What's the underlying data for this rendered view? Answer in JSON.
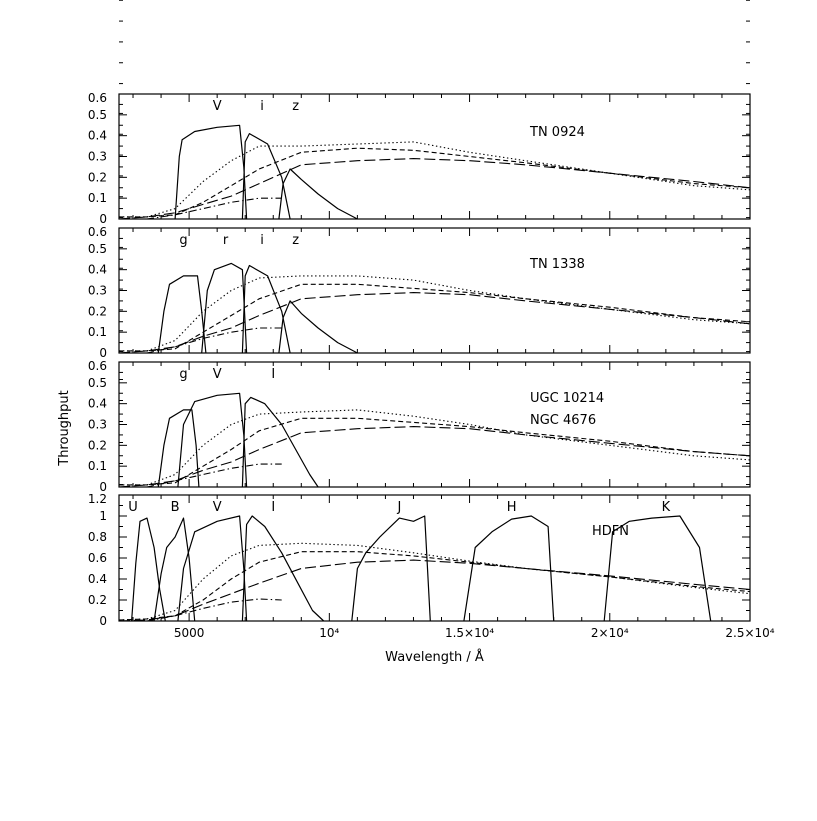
{
  "chart_data": [
    {
      "type": "line",
      "panel_label": "TN 0924",
      "filter_labels": [
        {
          "text": "V",
          "x": 6000
        },
        {
          "text": "i",
          "x": 7600
        },
        {
          "text": "z",
          "x": 8800
        }
      ],
      "ylabel": "Throughput",
      "xlim": [
        2500,
        25000
      ],
      "ylim": [
        0,
        0.6
      ],
      "yticks": [
        "0",
        "0.1",
        "0.2",
        "0.3",
        "0.4",
        "0.5",
        "0.6"
      ],
      "filters": [
        {
          "x": [
            4500,
            4650,
            4750,
            5200,
            6000,
            6800,
            6950,
            7050
          ],
          "y": [
            0,
            0.3,
            0.38,
            0.42,
            0.44,
            0.45,
            0.25,
            0
          ]
        },
        {
          "x": [
            6900,
            7000,
            7150,
            7800,
            8300,
            8600
          ],
          "y": [
            0,
            0.37,
            0.41,
            0.36,
            0.2,
            0
          ]
        },
        {
          "x": [
            8200,
            8350,
            8600,
            9000,
            9600,
            10300,
            11000
          ],
          "y": [
            0,
            0.17,
            0.24,
            0.19,
            0.12,
            0.05,
            0
          ]
        }
      ],
      "series": [
        {
          "style": "dotted",
          "x": [
            2500,
            3500,
            4500,
            5500,
            6500,
            7500,
            9000,
            11000,
            13000,
            15000,
            17000,
            20000,
            23000,
            25000
          ],
          "y": [
            0.01,
            0.01,
            0.05,
            0.18,
            0.28,
            0.35,
            0.35,
            0.36,
            0.37,
            0.32,
            0.28,
            0.22,
            0.16,
            0.14
          ]
        },
        {
          "style": "short-dash",
          "x": [
            2500,
            3500,
            4500,
            5500,
            6500,
            7500,
            9000,
            11000,
            13000,
            15000,
            17000,
            20000,
            23000,
            25000
          ],
          "y": [
            0.01,
            0.01,
            0.02,
            0.08,
            0.16,
            0.24,
            0.32,
            0.34,
            0.33,
            0.3,
            0.27,
            0.22,
            0.17,
            0.15
          ]
        },
        {
          "style": "long-dash",
          "x": [
            2500,
            3500,
            4500,
            5500,
            6500,
            7500,
            9000,
            11000,
            13000,
            15000,
            17000,
            20000,
            23000,
            25000
          ],
          "y": [
            0,
            0.01,
            0.03,
            0.07,
            0.11,
            0.17,
            0.26,
            0.28,
            0.29,
            0.28,
            0.26,
            0.22,
            0.18,
            0.15
          ]
        },
        {
          "style": "dash-dot",
          "x": [
            3500,
            4500,
            5500,
            6500,
            7500,
            8300
          ],
          "y": [
            0,
            0.02,
            0.05,
            0.08,
            0.1,
            0.1
          ]
        }
      ]
    },
    {
      "type": "line",
      "panel_label": "TN 1338",
      "filter_labels": [
        {
          "text": "g",
          "x": 4800
        },
        {
          "text": "r",
          "x": 6300
        },
        {
          "text": "i",
          "x": 7600
        },
        {
          "text": "z",
          "x": 8800
        }
      ],
      "xlim": [
        2500,
        25000
      ],
      "ylim": [
        0,
        0.6
      ],
      "yticks": [
        "0",
        "0.1",
        "0.2",
        "0.3",
        "0.4",
        "0.5",
        "0.6"
      ],
      "filters": [
        {
          "x": [
            3900,
            4100,
            4300,
            4800,
            5300,
            5450,
            5600
          ],
          "y": [
            0,
            0.2,
            0.33,
            0.37,
            0.37,
            0.2,
            0
          ]
        },
        {
          "x": [
            5450,
            5650,
            5900,
            6500,
            6900,
            7050
          ],
          "y": [
            0,
            0.3,
            0.4,
            0.43,
            0.4,
            0
          ]
        },
        {
          "x": [
            6900,
            7000,
            7150,
            7800,
            8300,
            8600
          ],
          "y": [
            0,
            0.37,
            0.42,
            0.37,
            0.2,
            0
          ]
        },
        {
          "x": [
            8200,
            8350,
            8600,
            9000,
            9600,
            10300,
            11000
          ],
          "y": [
            0,
            0.17,
            0.25,
            0.19,
            0.12,
            0.05,
            0
          ]
        }
      ],
      "series": [
        {
          "style": "dotted",
          "x": [
            2500,
            3500,
            4500,
            5500,
            6500,
            7500,
            9000,
            11000,
            13000,
            15000,
            17000,
            20000,
            23000,
            25000
          ],
          "y": [
            0.01,
            0.01,
            0.06,
            0.2,
            0.3,
            0.36,
            0.37,
            0.37,
            0.35,
            0.3,
            0.26,
            0.21,
            0.16,
            0.14
          ]
        },
        {
          "style": "short-dash",
          "x": [
            2500,
            3500,
            4500,
            5500,
            6500,
            7500,
            9000,
            11000,
            13000,
            15000,
            17000,
            20000,
            23000,
            25000
          ],
          "y": [
            0.01,
            0.01,
            0.02,
            0.1,
            0.18,
            0.26,
            0.33,
            0.33,
            0.31,
            0.29,
            0.26,
            0.22,
            0.17,
            0.15
          ]
        },
        {
          "style": "long-dash",
          "x": [
            2500,
            3500,
            4500,
            5500,
            6500,
            7500,
            9000,
            11000,
            13000,
            15000,
            17000,
            20000,
            23000,
            25000
          ],
          "y": [
            0,
            0.01,
            0.03,
            0.08,
            0.12,
            0.18,
            0.26,
            0.28,
            0.29,
            0.28,
            0.25,
            0.21,
            0.17,
            0.14
          ]
        },
        {
          "style": "dash-dot",
          "x": [
            3500,
            4500,
            5500,
            6500,
            7500,
            8300
          ],
          "y": [
            0,
            0.03,
            0.07,
            0.1,
            0.12,
            0.12
          ]
        }
      ]
    },
    {
      "type": "line",
      "panel_label_lines": [
        "UGC 10214",
        "NGC 4676"
      ],
      "filter_labels": [
        {
          "text": "g",
          "x": 4800
        },
        {
          "text": "V",
          "x": 6000
        },
        {
          "text": "I",
          "x": 8000
        }
      ],
      "xlim": [
        2500,
        25000
      ],
      "ylim": [
        0,
        0.6
      ],
      "yticks": [
        "0",
        "0.1",
        "0.2",
        "0.3",
        "0.4",
        "0.5",
        "0.6"
      ],
      "filters": [
        {
          "x": [
            3900,
            4100,
            4300,
            4800,
            5100,
            5250,
            5350
          ],
          "y": [
            0,
            0.2,
            0.33,
            0.37,
            0.37,
            0.2,
            0
          ]
        },
        {
          "x": [
            4600,
            4800,
            5200,
            6000,
            6800,
            6950,
            7050
          ],
          "y": [
            0,
            0.3,
            0.41,
            0.44,
            0.45,
            0.25,
            0
          ]
        },
        {
          "x": [
            6900,
            7000,
            7200,
            7700,
            8300,
            8800,
            9300,
            9600
          ],
          "y": [
            0,
            0.4,
            0.43,
            0.4,
            0.3,
            0.18,
            0.06,
            0
          ]
        }
      ],
      "series": [
        {
          "style": "dotted",
          "x": [
            2500,
            3500,
            4500,
            5500,
            6500,
            7500,
            9000,
            11000,
            13000,
            15000,
            17000,
            20000,
            23000,
            25000
          ],
          "y": [
            0.01,
            0.01,
            0.06,
            0.2,
            0.3,
            0.35,
            0.36,
            0.37,
            0.34,
            0.3,
            0.25,
            0.2,
            0.15,
            0.13
          ]
        },
        {
          "style": "short-dash",
          "x": [
            2500,
            3500,
            4500,
            5500,
            6500,
            7500,
            9000,
            11000,
            13000,
            15000,
            17000,
            20000,
            23000,
            25000
          ],
          "y": [
            0.01,
            0.01,
            0.02,
            0.1,
            0.18,
            0.27,
            0.33,
            0.33,
            0.31,
            0.29,
            0.26,
            0.22,
            0.17,
            0.15
          ]
        },
        {
          "style": "long-dash",
          "x": [
            2500,
            3500,
            4500,
            5500,
            6500,
            7500,
            9000,
            11000,
            13000,
            15000,
            17000,
            20000,
            23000,
            25000
          ],
          "y": [
            0,
            0.01,
            0.03,
            0.08,
            0.12,
            0.18,
            0.26,
            0.28,
            0.29,
            0.28,
            0.25,
            0.21,
            0.17,
            0.15
          ]
        },
        {
          "style": "dash-dot",
          "x": [
            3500,
            4500,
            5500,
            6500,
            7500,
            8300
          ],
          "y": [
            0,
            0.03,
            0.06,
            0.09,
            0.11,
            0.11
          ]
        }
      ]
    },
    {
      "type": "line",
      "panel_label": "HDFN",
      "filter_labels": [
        {
          "text": "U",
          "x": 3000
        },
        {
          "text": "B",
          "x": 4500
        },
        {
          "text": "V",
          "x": 6000
        },
        {
          "text": "I",
          "x": 8000
        },
        {
          "text": "J",
          "x": 12500
        },
        {
          "text": "H",
          "x": 16500
        },
        {
          "text": "K",
          "x": 22000
        }
      ],
      "xlabel": "Wavelength / Å",
      "xlim": [
        2500,
        25000
      ],
      "ylim": [
        0,
        1.2
      ],
      "yticks": [
        "0",
        "0.2",
        "0.4",
        "0.6",
        "0.8",
        "1",
        "1.2"
      ],
      "xticks": [
        {
          "value": 5000,
          "label": "5000"
        },
        {
          "value": 10000,
          "label": "10⁴"
        },
        {
          "value": 15000,
          "label": "1.5×10⁴"
        },
        {
          "value": 20000,
          "label": "2×10⁴"
        },
        {
          "value": 25000,
          "label": "2.5×10⁴"
        }
      ],
      "filters": [
        {
          "x": [
            2950,
            3100,
            3250,
            3500,
            3750,
            3950,
            4150
          ],
          "y": [
            0,
            0.55,
            0.95,
            0.98,
            0.7,
            0.3,
            0
          ]
        },
        {
          "x": [
            3750,
            4000,
            4200,
            4500,
            4800,
            5000,
            5200
          ],
          "y": [
            0,
            0.45,
            0.7,
            0.8,
            0.98,
            0.6,
            0
          ]
        },
        {
          "x": [
            4600,
            4800,
            5200,
            6000,
            6800,
            6950,
            7050
          ],
          "y": [
            0,
            0.5,
            0.85,
            0.95,
            1.0,
            0.5,
            0
          ]
        },
        {
          "x": [
            6900,
            7050,
            7250,
            7700,
            8300,
            8900,
            9400,
            9800
          ],
          "y": [
            0,
            0.92,
            1.0,
            0.9,
            0.65,
            0.35,
            0.1,
            0
          ]
        },
        {
          "x": [
            10800,
            11000,
            11300,
            11800,
            12500,
            13000,
            13400,
            13600
          ],
          "y": [
            0,
            0.5,
            0.65,
            0.8,
            0.98,
            0.95,
            1.0,
            0
          ]
        },
        {
          "x": [
            14800,
            15200,
            15800,
            16500,
            17200,
            17800,
            18000
          ],
          "y": [
            0,
            0.7,
            0.85,
            0.97,
            1.0,
            0.9,
            0
          ]
        },
        {
          "x": [
            19800,
            20100,
            20700,
            21500,
            22500,
            23200,
            23600
          ],
          "y": [
            0,
            0.85,
            0.95,
            0.98,
            1.0,
            0.7,
            0
          ]
        }
      ],
      "series": [
        {
          "style": "dotted",
          "x": [
            2500,
            3500,
            4500,
            5500,
            6500,
            7500,
            9000,
            11000,
            13000,
            15000,
            17000,
            20000,
            23000,
            25000
          ],
          "y": [
            0.01,
            0.02,
            0.1,
            0.4,
            0.62,
            0.72,
            0.74,
            0.72,
            0.65,
            0.57,
            0.5,
            0.42,
            0.32,
            0.26
          ]
        },
        {
          "style": "short-dash",
          "x": [
            2500,
            3500,
            4500,
            5500,
            6500,
            7500,
            9000,
            11000,
            13000,
            15000,
            17000,
            20000,
            23000,
            25000
          ],
          "y": [
            0.01,
            0.02,
            0.05,
            0.2,
            0.4,
            0.56,
            0.66,
            0.66,
            0.62,
            0.56,
            0.5,
            0.42,
            0.33,
            0.28
          ]
        },
        {
          "style": "long-dash",
          "x": [
            2500,
            3500,
            4500,
            5500,
            6500,
            7500,
            9000,
            11000,
            13000,
            15000,
            17000,
            20000,
            23000,
            25000
          ],
          "y": [
            0,
            0.01,
            0.05,
            0.16,
            0.26,
            0.36,
            0.5,
            0.56,
            0.58,
            0.55,
            0.5,
            0.43,
            0.35,
            0.3
          ]
        },
        {
          "style": "dash-dot",
          "x": [
            3500,
            4500,
            5500,
            6500,
            7500,
            8300
          ],
          "y": [
            0,
            0.05,
            0.12,
            0.18,
            0.21,
            0.2
          ]
        }
      ]
    }
  ]
}
